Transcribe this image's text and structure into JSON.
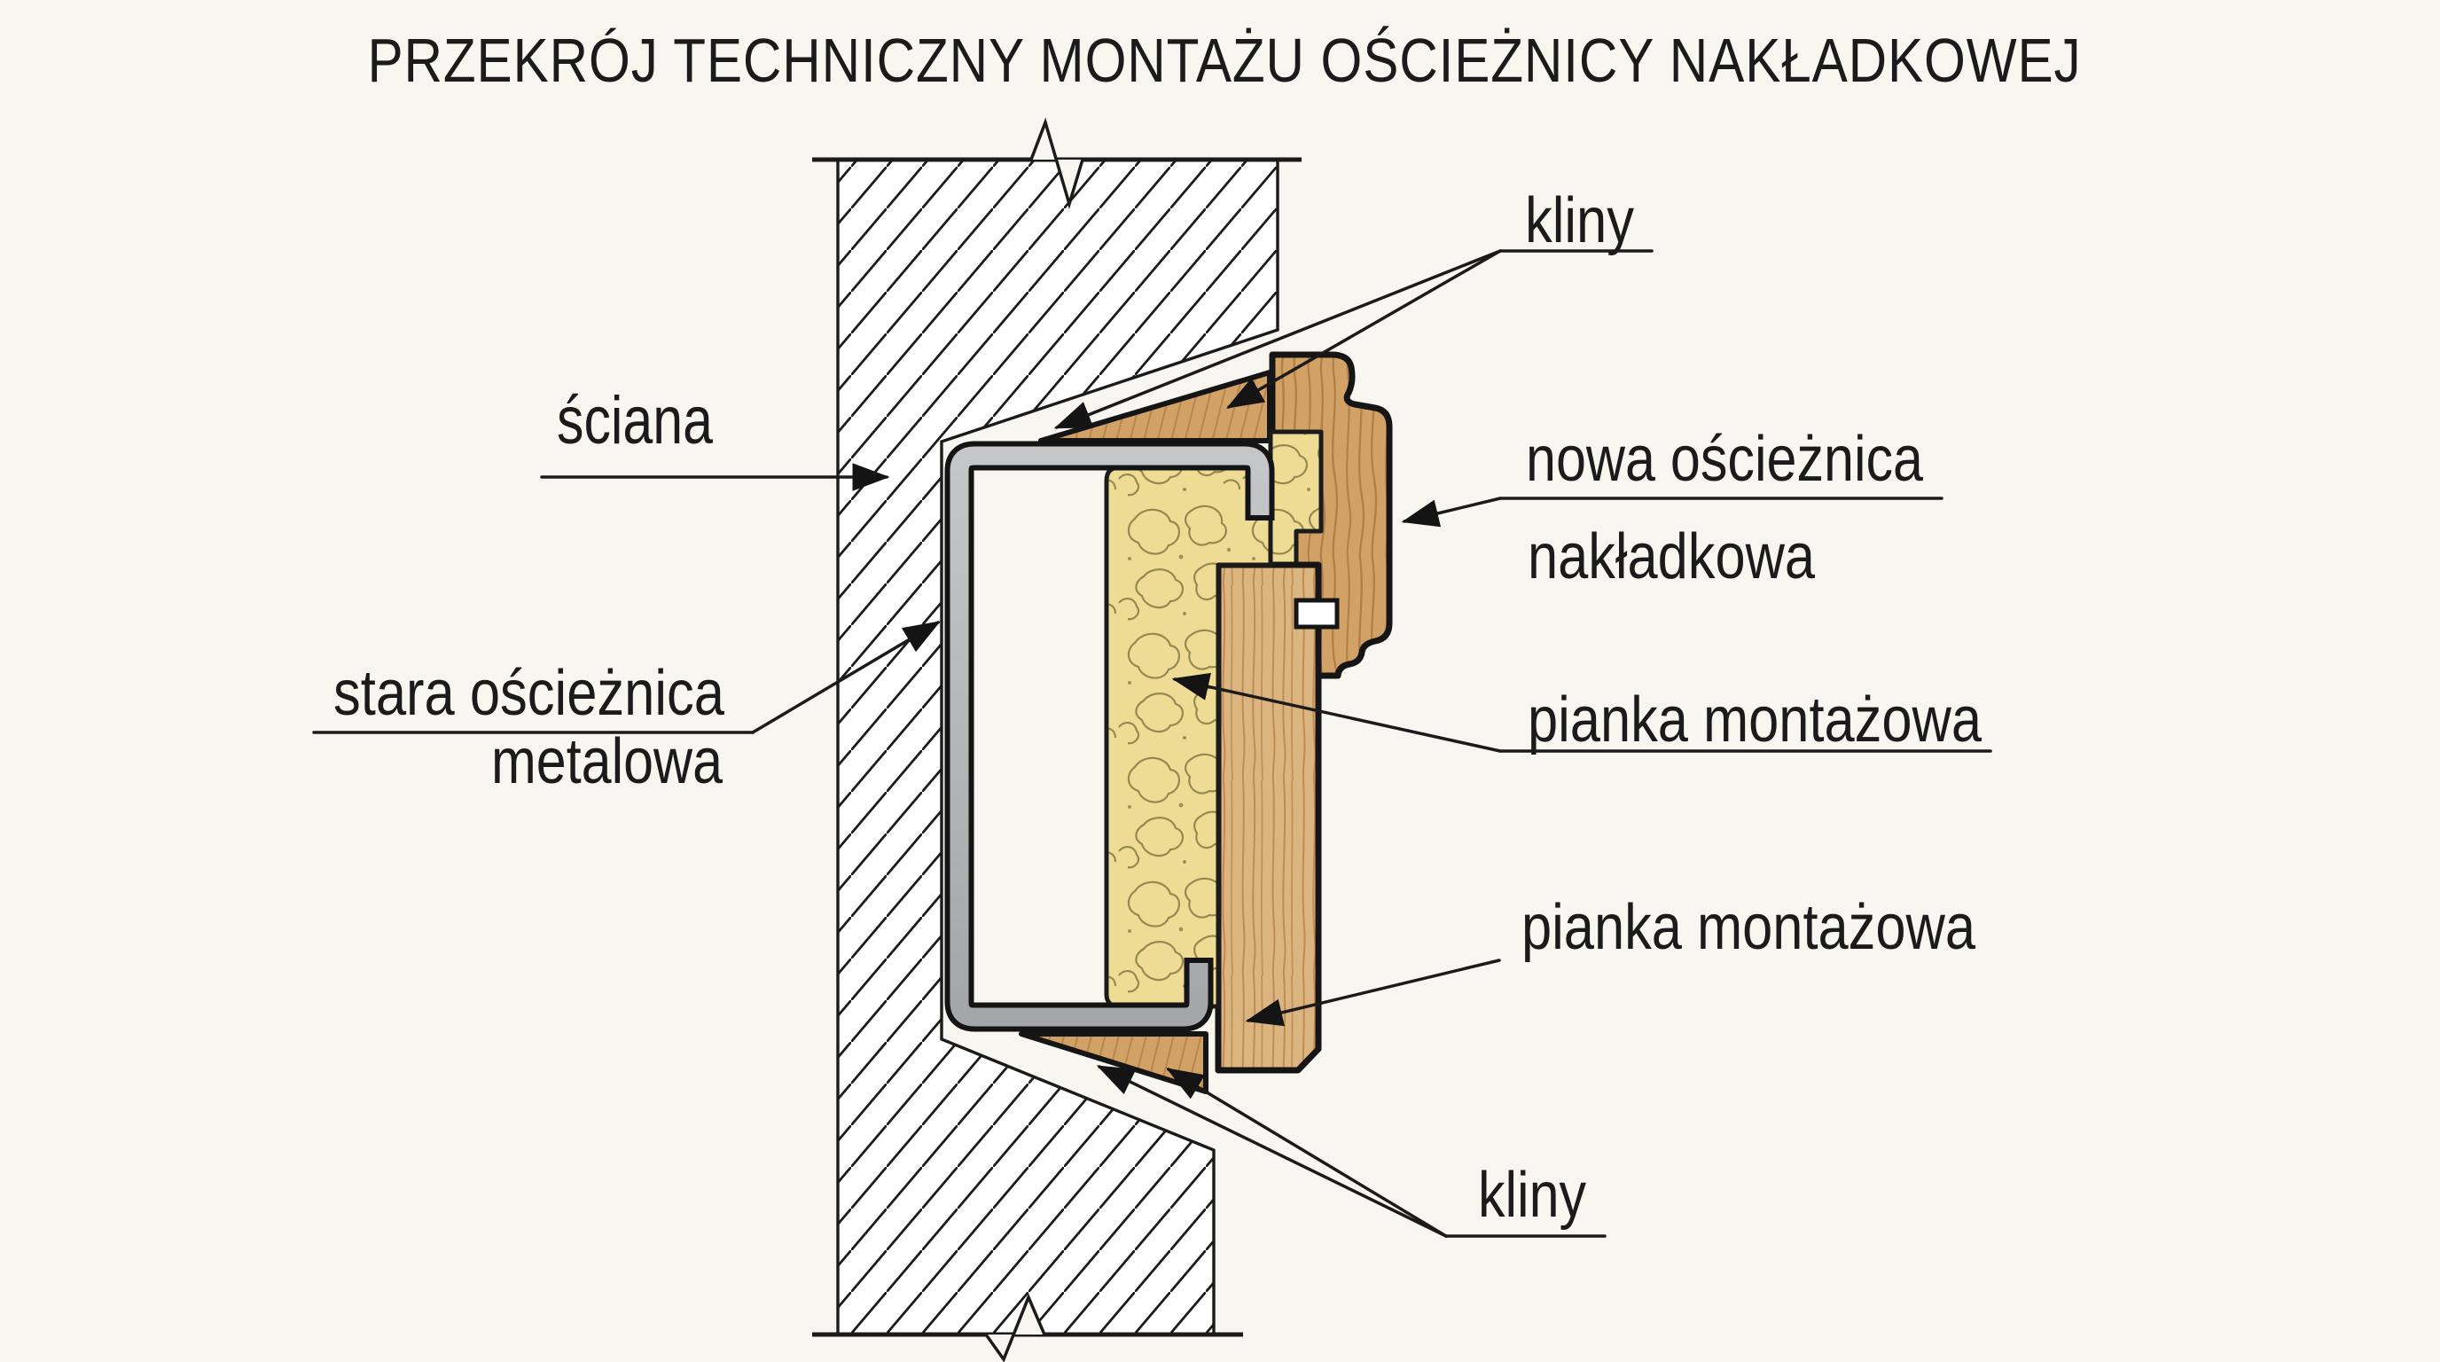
{
  "title": "PRZEKRÓJ TECHNICZNY MONTAŻU OŚCIEŻNICY NAKŁADKOWEJ",
  "labels": {
    "wall": "ściana",
    "wedges_top": "kliny",
    "new_frame_line1": "nowa ościeżnica",
    "new_frame_line2": "nakładkowa",
    "old_frame_line1": "stara ościeżnica",
    "old_frame_line2": "metalowa",
    "foam_upper": "pianka montażowa",
    "foam_lower": "pianka montażowa",
    "wedges_bottom": "kliny"
  },
  "colors": {
    "background": "#f7f6f1",
    "ink": "#1b1b1b",
    "metal": "#b6b7b9",
    "foam": "#eedc94",
    "foam_line": "#8d7e49",
    "wood": "#d1a166",
    "wood_light": "#dcb47f",
    "wood_grain": "#ad7c42",
    "white": "#ffffff"
  }
}
